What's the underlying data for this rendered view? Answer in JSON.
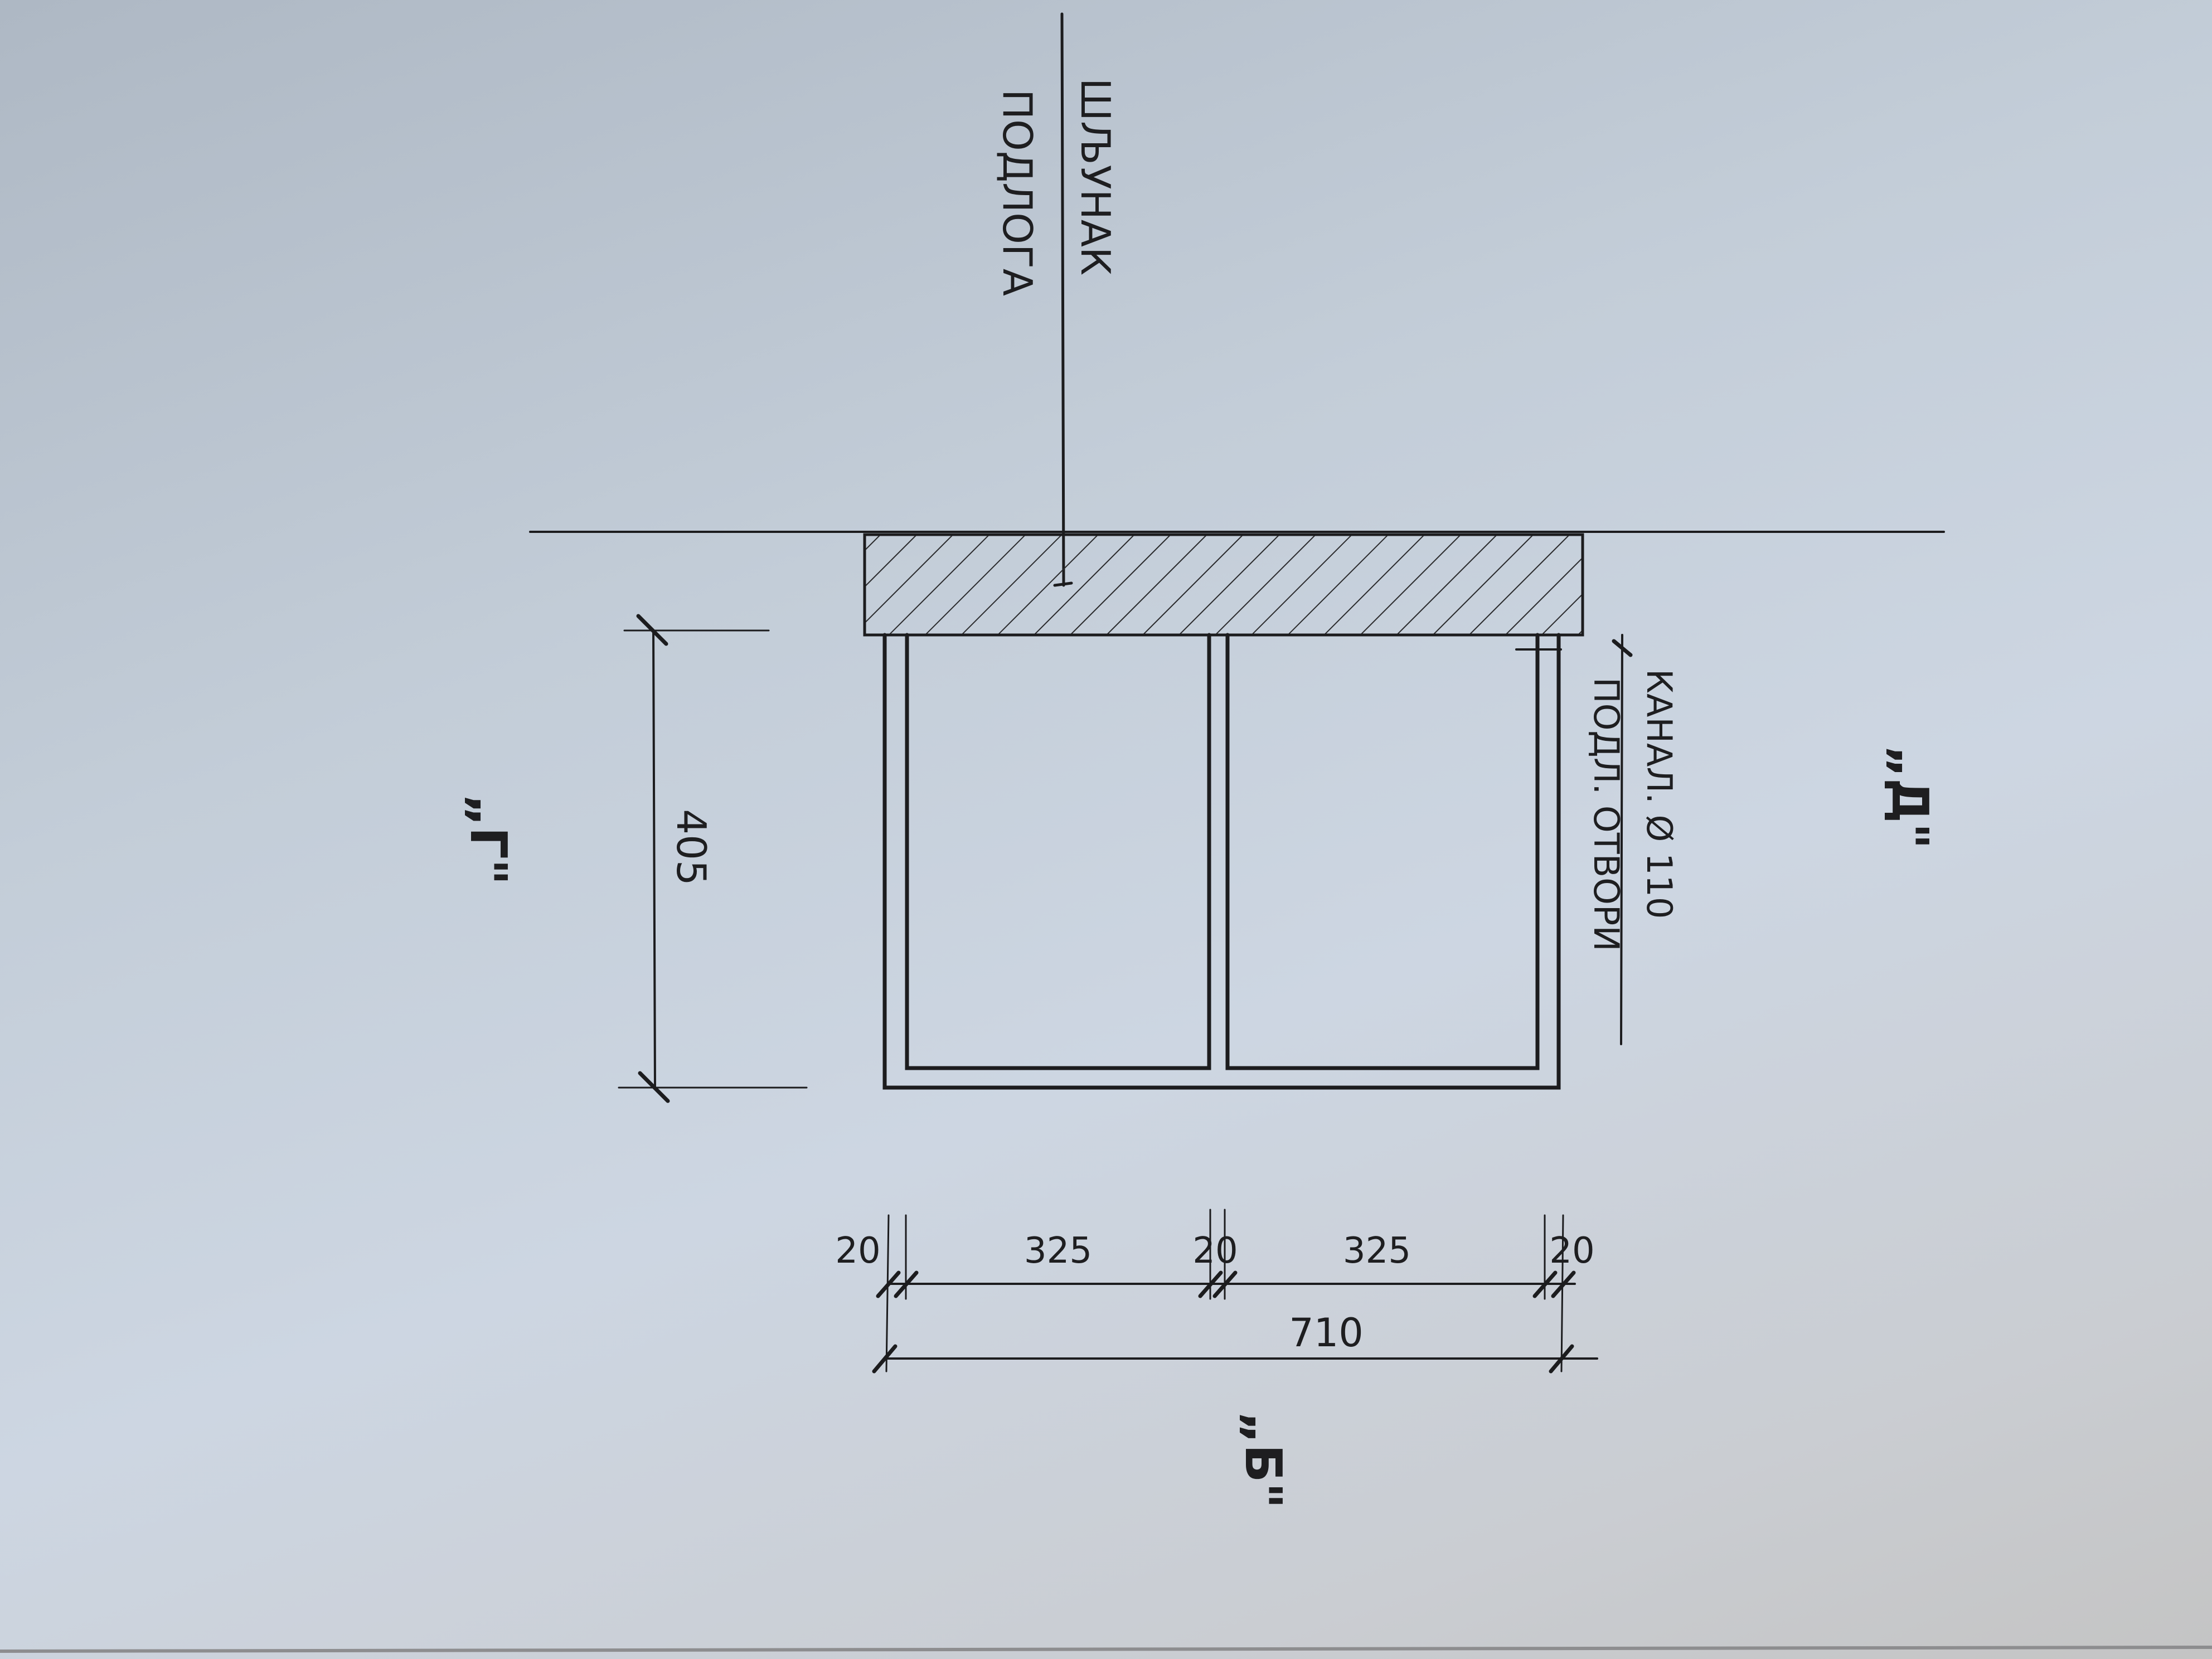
{
  "drawing": {
    "ground_label_line1": "ШЉУНАК",
    "ground_label_line2": "ПОДЛОГА",
    "channel_label_line1": "КАНАЛ. Ø 110",
    "channel_label_line2": "ПОДЛ. ОТВОРИ",
    "section_marks": {
      "left": "„Г\"",
      "bottom": "„Б\"",
      "right": "„Д\""
    },
    "height_dimension": "405",
    "width_dimensions": [
      "20",
      "325",
      "20",
      "325",
      "20"
    ],
    "total_width": "710"
  }
}
